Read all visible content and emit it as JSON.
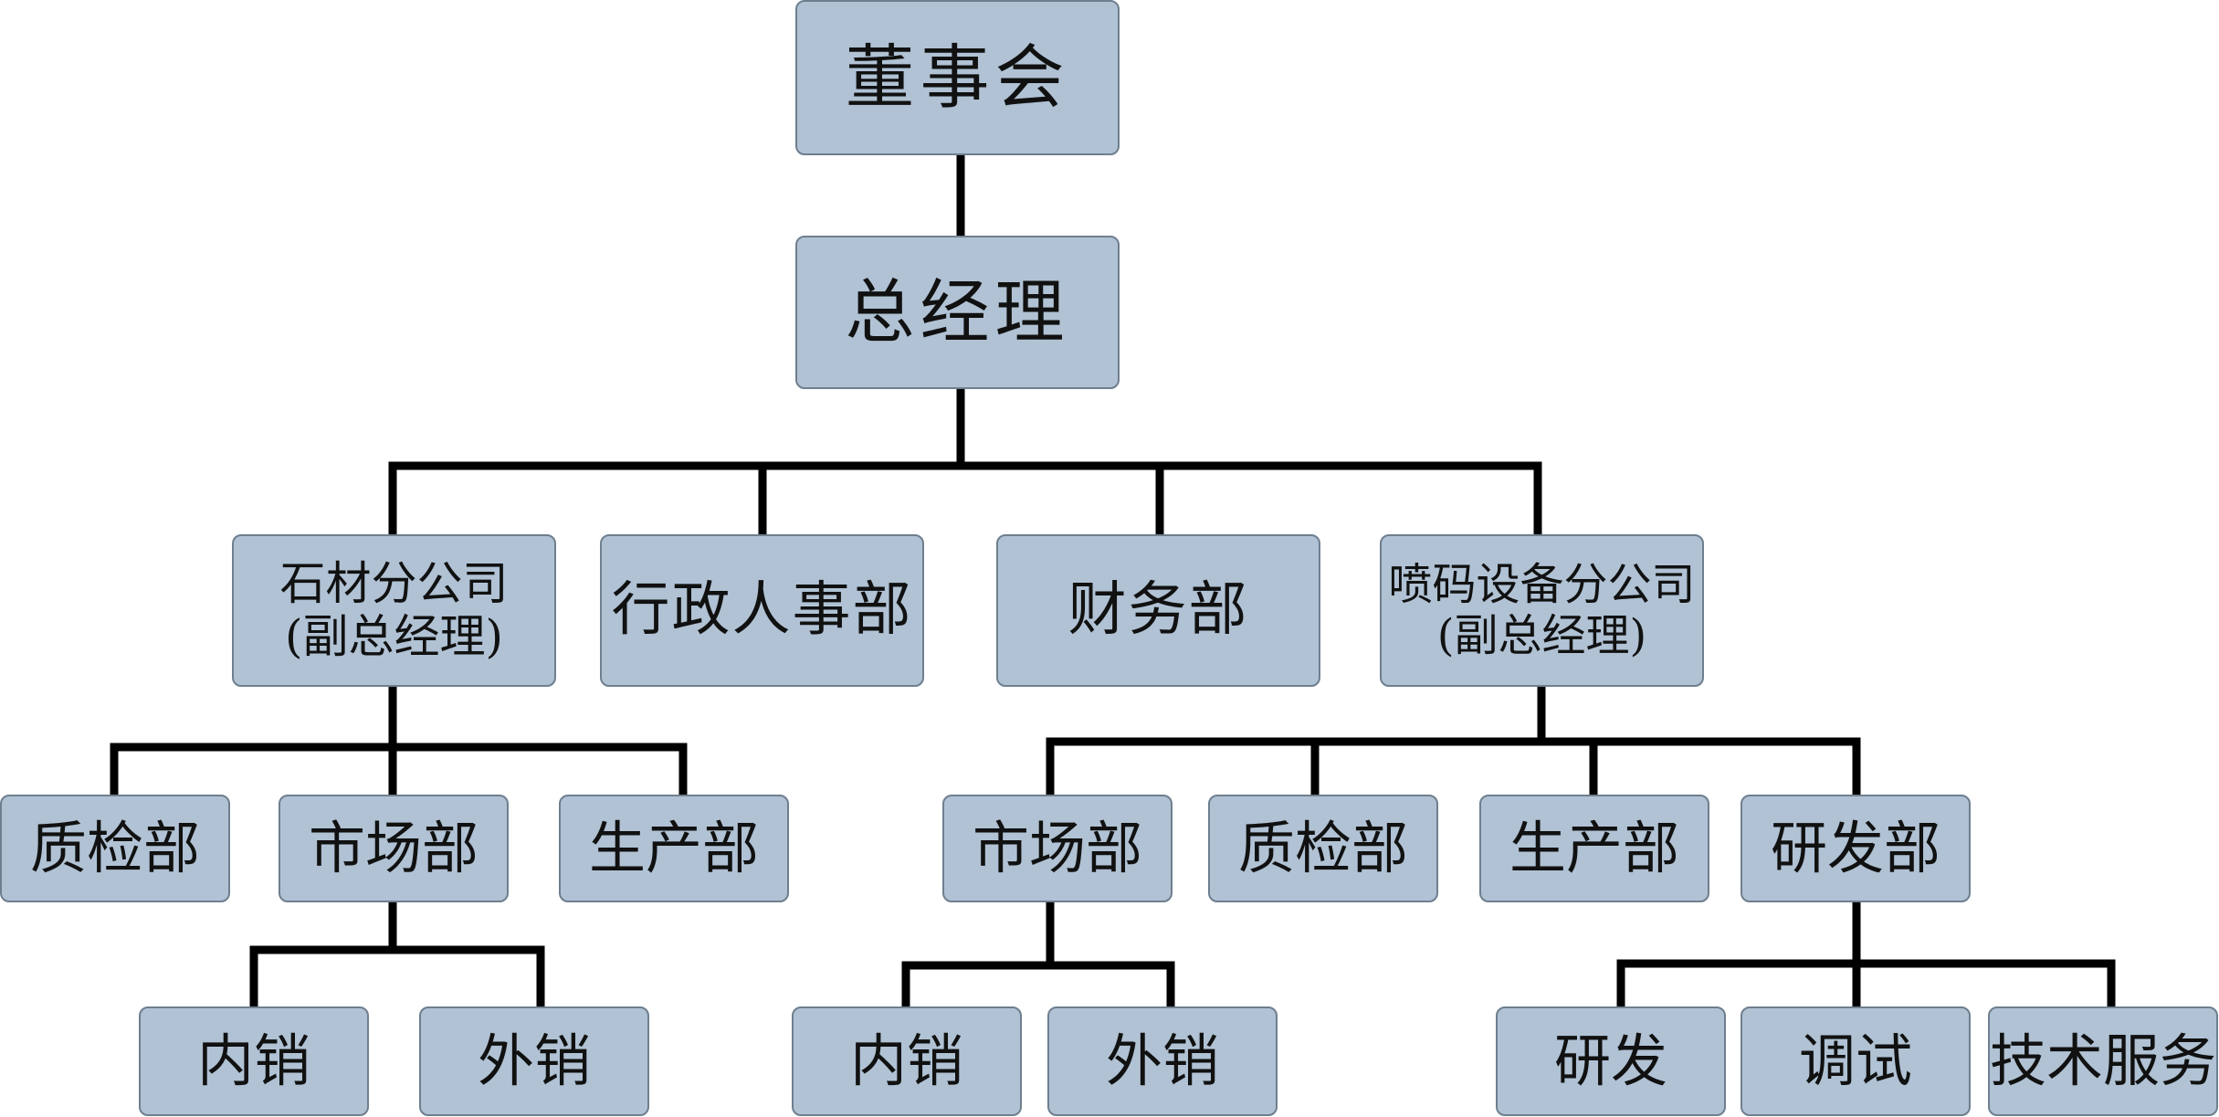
{
  "org_chart": {
    "board": "董事会",
    "gm": "总经理",
    "stone_company": {
      "name": "石材分公司",
      "sub": "(副总经理)"
    },
    "admin_hr": "行政人事部",
    "finance": "财务部",
    "inkjet_company": {
      "name": "喷码设备分公司",
      "sub": "(副总经理)"
    },
    "stone_qc": "质检部",
    "stone_market": "市场部",
    "stone_production": "生产部",
    "stone_domestic": "内销",
    "stone_export": "外销",
    "inkjet_market": "市场部",
    "inkjet_qc": "质检部",
    "inkjet_production": "生产部",
    "inkjet_rd_dept": "研发部",
    "inkjet_domestic": "内销",
    "inkjet_export": "外销",
    "rd": "研发",
    "debug": "调试",
    "tech_service": "技术服务"
  },
  "colors": {
    "box_fill": "#b0c2d4",
    "box_border": "#6e7f8f",
    "connector": "#000000"
  }
}
